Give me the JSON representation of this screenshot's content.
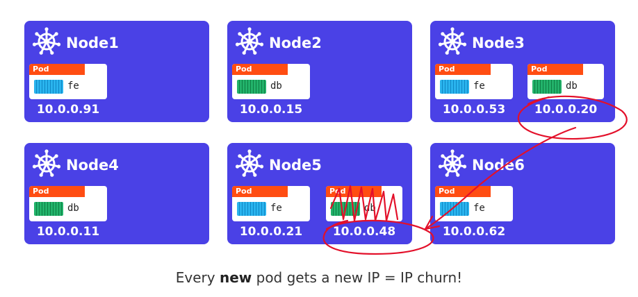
{
  "pod_label": "Pod",
  "nodes": [
    {
      "name": "Node1",
      "pods": [
        {
          "container": "fe",
          "ip": "10.0.0.91"
        }
      ]
    },
    {
      "name": "Node2",
      "pods": [
        {
          "container": "db",
          "ip": "10.0.0.15"
        }
      ]
    },
    {
      "name": "Node3",
      "pods": [
        {
          "container": "fe",
          "ip": "10.0.0.53"
        },
        {
          "container": "db",
          "ip": "10.0.0.20"
        }
      ]
    },
    {
      "name": "Node4",
      "pods": [
        {
          "container": "db",
          "ip": "10.0.0.11"
        }
      ]
    },
    {
      "name": "Node5",
      "pods": [
        {
          "container": "fe",
          "ip": "10.0.0.21"
        },
        {
          "container": "db",
          "ip": "10.0.0.48"
        }
      ]
    },
    {
      "name": "Node6",
      "pods": [
        {
          "container": "fe",
          "ip": "10.0.0.62"
        }
      ]
    }
  ],
  "caption": {
    "before": "Every ",
    "bold": "new",
    "after": " pod gets a new IP = IP churn!"
  },
  "colors": {
    "node": "#4a41e6",
    "pod_tab": "#ff4d12",
    "fe": "#2ab4ee",
    "db": "#23b36b",
    "ink": "#e3102a"
  },
  "icons": {
    "node": "helm-wheel-icon",
    "fe_container": "container-icon",
    "db_container": "container-icon"
  }
}
